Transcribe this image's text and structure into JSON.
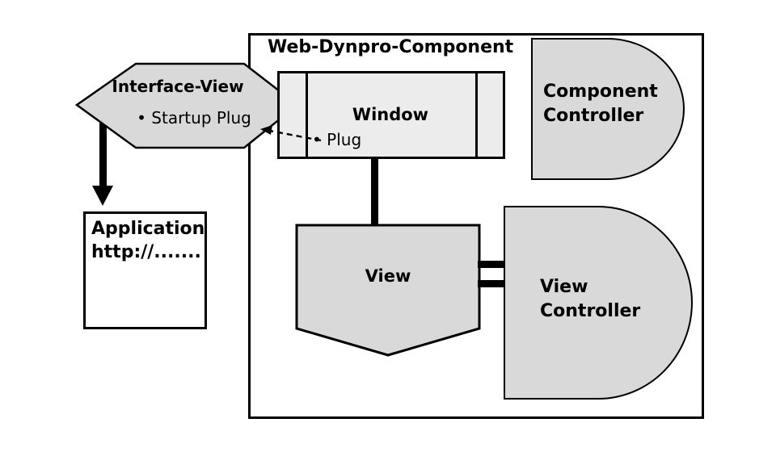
{
  "diagram": {
    "title": "Web-Dynpro-Component",
    "interface_view": {
      "label": "Interface-View",
      "startup_plug": "• Startup Plug"
    },
    "window": {
      "label": "Window",
      "plug": "• Plug"
    },
    "component_controller": {
      "label": "Component\nController"
    },
    "view": {
      "label": "View"
    },
    "view_controller": {
      "label": "View\nController"
    },
    "application": {
      "label": "Application\nhttp://......."
    },
    "colors": {
      "shape_fill": "#d9d9d9",
      "window_fill": "#ececec",
      "outline": "#000000",
      "background": "#ffffff"
    }
  }
}
